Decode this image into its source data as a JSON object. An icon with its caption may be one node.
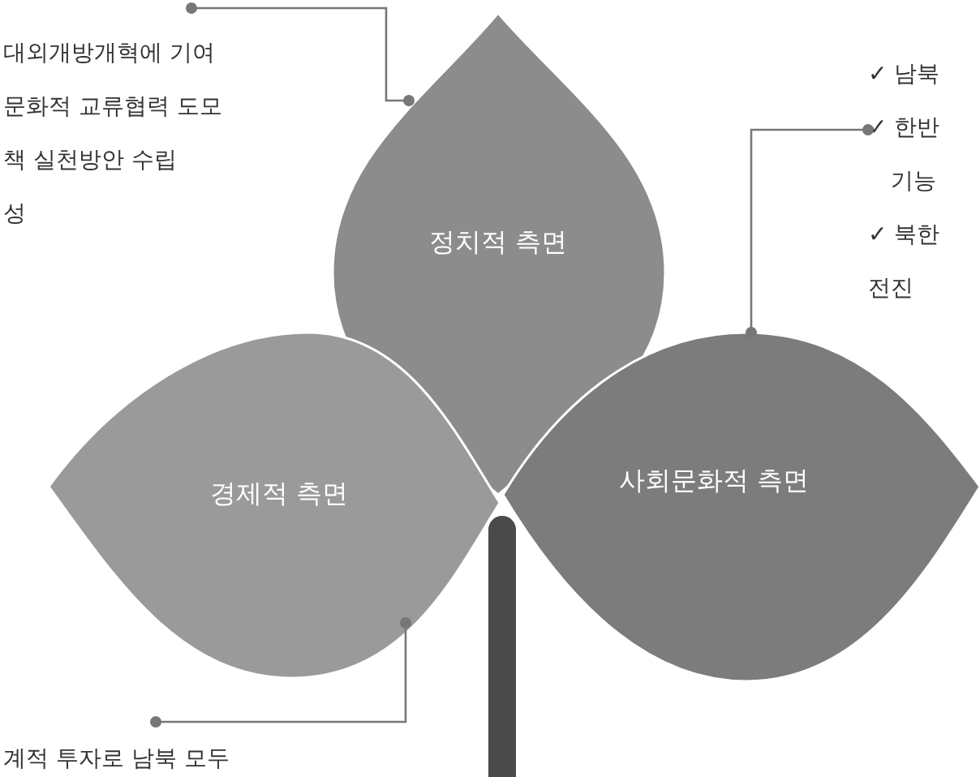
{
  "diagram": {
    "nodes": [
      {
        "text": [
          "대외개방개혁에 기여",
          "문화적 교류협력 도모",
          "책 실천방안 수립",
          "성"
        ]
      },
      {
        "text": [
          "✓ 남북",
          "✓ 한반",
          "기능",
          "✓ 북한",
          "전진"
        ]
      },
      {
        "text": [
          "정치적 측면"
        ]
      },
      {
        "text": [
          "경제적 측면"
        ]
      },
      {
        "text": [
          "사회문화적 측면"
        ]
      },
      {
        "text": [
          "계적 투자로 남북 모두"
        ]
      }
    ],
    "edges": [
      {
        "from": 0,
        "to": 2,
        "arrow": "other"
      },
      {
        "from": 1,
        "to": 4,
        "arrow": "other"
      },
      {
        "from": 5,
        "to": 3,
        "arrow": "other"
      }
    ]
  }
}
